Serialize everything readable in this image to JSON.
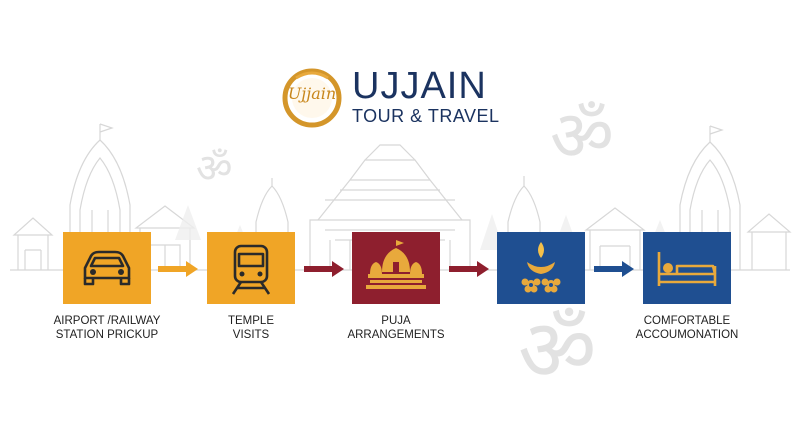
{
  "brand": {
    "emblem_text": "Ujjain",
    "name": "UJJAIN",
    "tagline": "TOUR & TRAVEL"
  },
  "colors": {
    "gold": "#f0a526",
    "maroon": "#8e1f2e",
    "navy": "#1f4f91",
    "brand_navy": "#1b3360",
    "emblem_gold": "#d4962a",
    "line_art": "#d7d7d7",
    "om_watermark": "#e2e2e2"
  },
  "steps": [
    {
      "icon": "car-icon",
      "color": "#f0a526",
      "label_lines": [
        "AIRPORT /RAILWAY",
        "STATION PRICKUP"
      ]
    },
    {
      "icon": "train-icon",
      "color": "#f0a526",
      "label_lines": [
        "TEMPLE",
        "VISITS"
      ]
    },
    {
      "icon": "temple-icon",
      "color": "#8e1f2e",
      "label_lines": [
        "PUJA",
        "ARRANGEMENTS"
      ]
    },
    {
      "icon": "diya-flowers-icon",
      "color": "#1f4f91",
      "label_lines": [
        "",
        ""
      ]
    },
    {
      "icon": "bed-icon",
      "color": "#1f4f91",
      "label_lines": [
        "COMFORTABLE",
        "ACCOUMONATION"
      ]
    }
  ],
  "arrows": [
    {
      "color": "#f0a526"
    },
    {
      "color": "#8e1f2e"
    },
    {
      "color": "#8e1f2e"
    },
    {
      "color": "#1f4f91"
    }
  ]
}
